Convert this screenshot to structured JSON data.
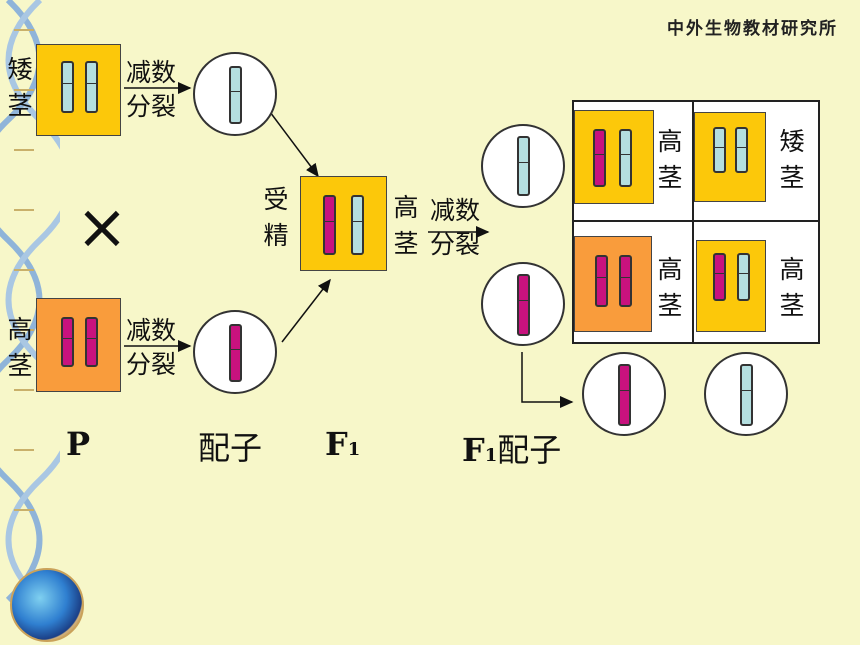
{
  "header": {
    "title": "中外生物教材研究所"
  },
  "parents": {
    "dwarf_label": "矮茎",
    "tall_label": "高茎",
    "cross_symbol": "×"
  },
  "processes": {
    "meiosis_line1": "减数",
    "meiosis_line2": "分裂",
    "fertilization_line1": "受",
    "fertilization_line2": "精"
  },
  "f1": {
    "label_line1": "高",
    "label_line2": "茎"
  },
  "grid": {
    "top_left": {
      "line1": "高",
      "line2": "茎"
    },
    "top_right": {
      "line1": "矮",
      "line2": "茎"
    },
    "bottom_left": {
      "line1": "高",
      "line2": "茎"
    },
    "bottom_right": {
      "line1": "高",
      "line2": "茎"
    }
  },
  "row_labels": {
    "p": "P",
    "gametes": "配子",
    "f1_main": "F",
    "f1_sub": "1",
    "f1_gametes_main": "F",
    "f1_gametes_sub": "1",
    "f1_gametes_suffix": "配子"
  },
  "colors": {
    "yellow": "#fcc80a",
    "orange": "#f99c3c",
    "magenta": "#c8127e",
    "light_blue": "#b4dfe0",
    "background": "#f7f7c9"
  }
}
